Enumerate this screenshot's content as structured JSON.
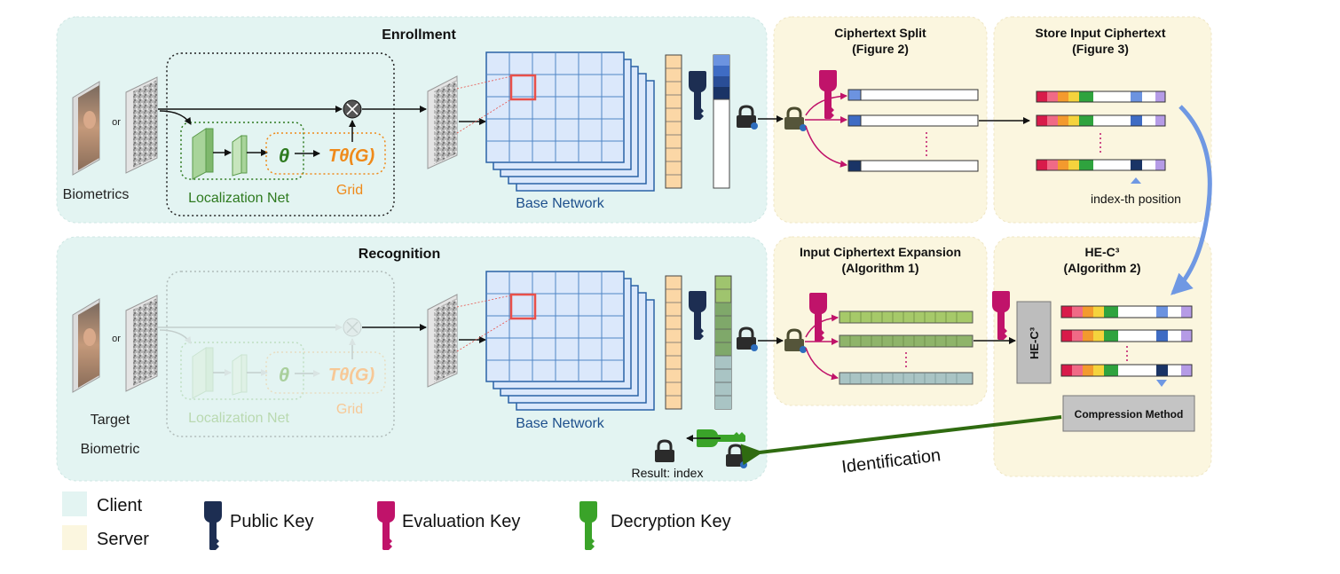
{
  "enrollment": {
    "title": "Enrollment",
    "or_label": "or",
    "biometrics_label": "Biometrics",
    "localization_label": "Localization Net",
    "theta_label": "θ",
    "transform_label": "Tθ(G)",
    "grid_label": "Grid",
    "base_network_label": "Base Network"
  },
  "recognition": {
    "title": "Recognition",
    "or_label": "or",
    "target_label_1": "Target",
    "target_label_2": "Biometric",
    "localization_label": "Localization Net",
    "theta_label": "θ",
    "transform_label": "Tθ(G)",
    "grid_label": "Grid",
    "base_network_label": "Base Network",
    "result_label": "Result: index"
  },
  "ciphertext_split": {
    "title_line1": "Ciphertext Split",
    "title_line2": "(Figure 2)"
  },
  "store_input": {
    "title_line1": "Store Input Ciphertext",
    "title_line2": "(Figure 3)",
    "index_label": "index-th position"
  },
  "expansion": {
    "title_line1": "Input Ciphertext Expansion",
    "title_line2": "(Algorithm 1)"
  },
  "hec3": {
    "title_line1": "HE-C³",
    "title_line2": "(Algorithm 2)",
    "box_label": "HE-C³",
    "compression_label": "Compression Method"
  },
  "identification_label": "Identification",
  "legend": {
    "client": "Client",
    "server": "Server",
    "public_key": "Public Key",
    "evaluation_key": "Evaluation Key",
    "decryption_key": "Decryption Key"
  },
  "colors": {
    "client_bg": "#e3f4f2",
    "server_bg": "#fbf6df",
    "public_key": "#1d2e52",
    "evaluation_key": "#c0136a",
    "decryption_key": "#3aa329",
    "localization_green": "#2e7a1f",
    "grid_orange": "#ef8a1a",
    "base_network_blue": "#1d4f8c"
  }
}
